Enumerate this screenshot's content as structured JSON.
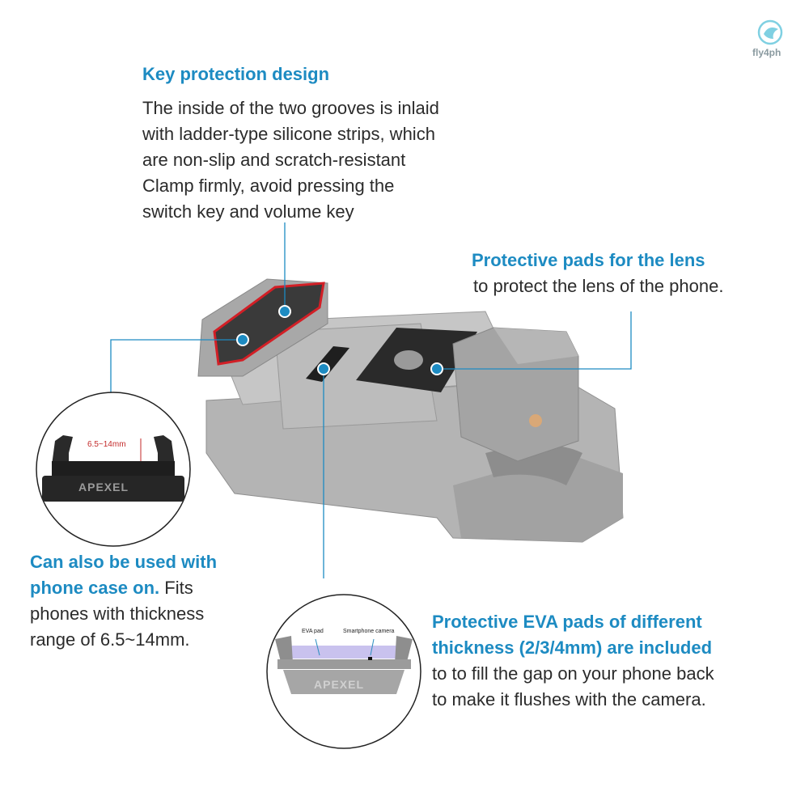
{
  "watermark": {
    "text": "fly4ph"
  },
  "key_protection": {
    "title": "Key protection design",
    "lines": [
      "The inside of the two grooves is inlaid",
      "with ladder-type silicone strips, which",
      "are non-slip and scratch-resistant",
      "Clamp firmly, avoid pressing the",
      "switch key and volume key"
    ]
  },
  "lens_pads": {
    "title": "Protective pads for the lens",
    "body": "to protect the lens of the phone."
  },
  "phone_case": {
    "title_l1": "Can also be used with",
    "title_l2": "phone case on.",
    "body_l2": " Fits",
    "lines": [
      "phones with thickness",
      "range of 6.5~14mm."
    ]
  },
  "eva_pads": {
    "title_l1": "Protective EVA pads of different",
    "title_l2": "thickness (2/3/4mm) are included",
    "lines": [
      "to  to fill the gap on your phone back",
      "to make it flushes with the camera."
    ]
  },
  "inset_thickness": {
    "range_label": "6.5~14mm",
    "brand": "APEXEL"
  },
  "inset_eva": {
    "eva_label": "EVA pad",
    "camera_label": "Smartphone camera",
    "brand": "APEXEL"
  },
  "colors": {
    "accent": "#1d8bc2",
    "text": "#2b2b2b",
    "device": "#a9a9a9",
    "pad": "#2a2a2a",
    "silicone": "#d21f26"
  }
}
